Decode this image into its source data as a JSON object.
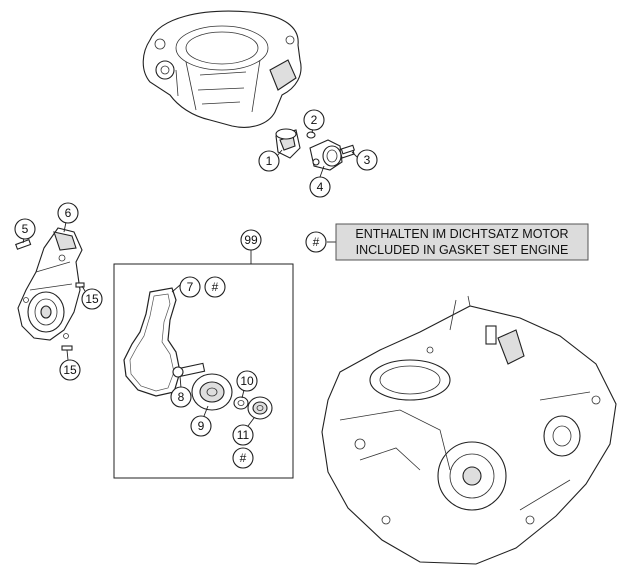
{
  "callouts": [
    {
      "label": "1"
    },
    {
      "label": "2"
    },
    {
      "label": "3"
    },
    {
      "label": "4"
    },
    {
      "label": "5"
    },
    {
      "label": "6"
    },
    {
      "label": "15"
    },
    {
      "label": "15"
    },
    {
      "label": "99"
    },
    {
      "label": "7"
    },
    {
      "label": "#"
    },
    {
      "label": "8"
    },
    {
      "label": "9"
    },
    {
      "label": "10"
    },
    {
      "label": "11"
    },
    {
      "label": "#"
    },
    {
      "label": "#"
    }
  ],
  "note": {
    "line1": "ENTHALTEN IM DICHTSATZ MOTOR",
    "line2": "INCLUDED IN GASKET SET ENGINE",
    "fill": "#dcdcdc"
  }
}
